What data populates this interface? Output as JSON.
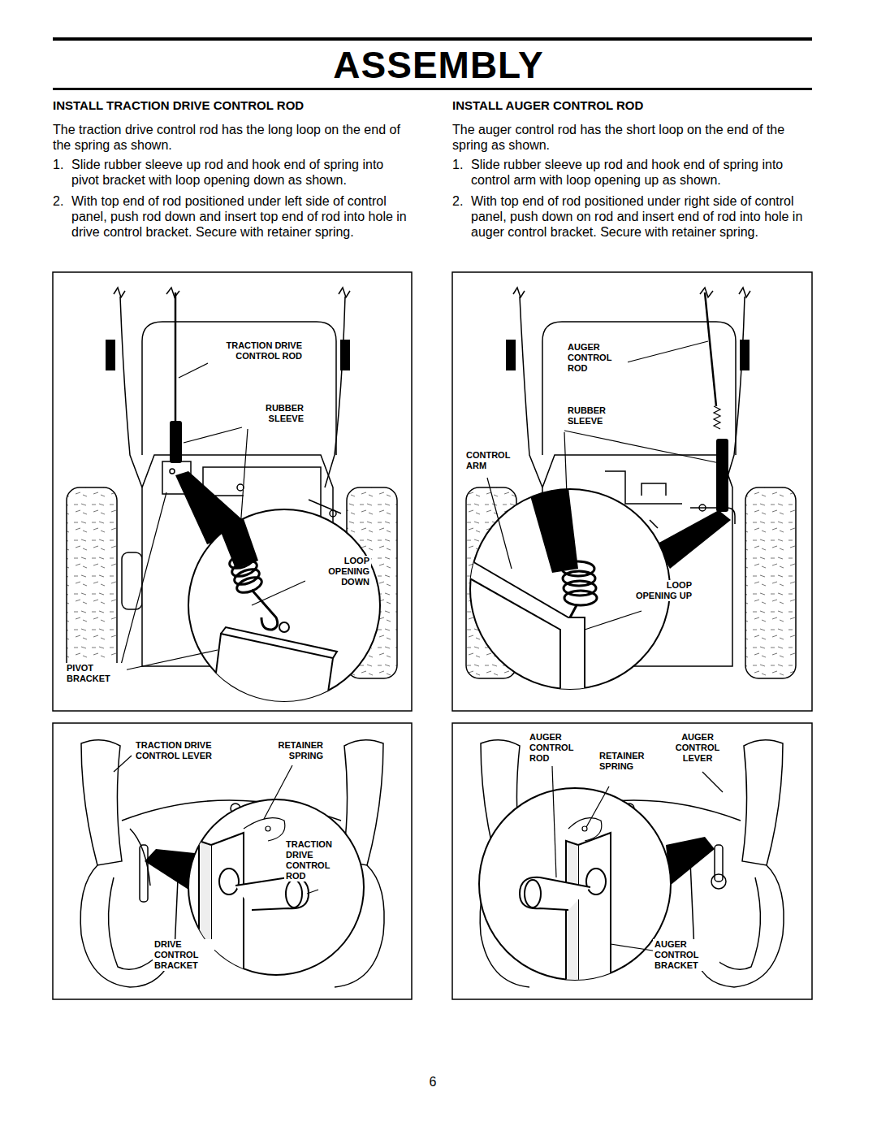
{
  "diagram": {
    "title": "ASSEMBLY",
    "labels": [
      "INSTALL TRACTION DRIVE CONTROL ROD",
      "The traction drive control rod has the long loop on the end of the spring as shown.",
      "1.",
      "Slide rubber sleeve up rod and hook end of spring into pivot bracket with loop opening down as shown.",
      "2.",
      "With top end of rod positioned under left side of control panel, push rod down and insert top end of rod into hole in drive control bracket. Secure with retainer spring.",
      "INSTALL AUGER CONTROL ROD",
      "The auger control rod has the short loop on the end of the spring as shown.",
      "1.",
      "Slide rubber sleeve up rod and hook end of spring into control arm with loop opening up as shown.",
      "2.",
      "With top end of rod positioned under right side of control panel, push down on rod and insert end of rod into hole in auger control bracket. Secure with retainer spring.",
      "TRACTION DRIVE CONTROL ROD",
      "RUBBER SLEEVE",
      "LOOP OPENING DOWN",
      "PIVOT BRACKET",
      "AUGER CONTROL ROD",
      "RUBBER SLEEVE",
      "CONTROL ARM",
      "LOOP OPENING UP",
      "TRACTION DRIVE CONTROL LEVER",
      "RETAINER SPRING",
      "TRACTION DRIVE CONTROL ROD",
      "DRIVE CONTROL BRACKET",
      "AUGER CONTROL ROD",
      "RETAINER SPRING",
      "AUGER CONTROL LEVER",
      "AUGER CONTROL BRACKET",
      "6"
    ]
  }
}
